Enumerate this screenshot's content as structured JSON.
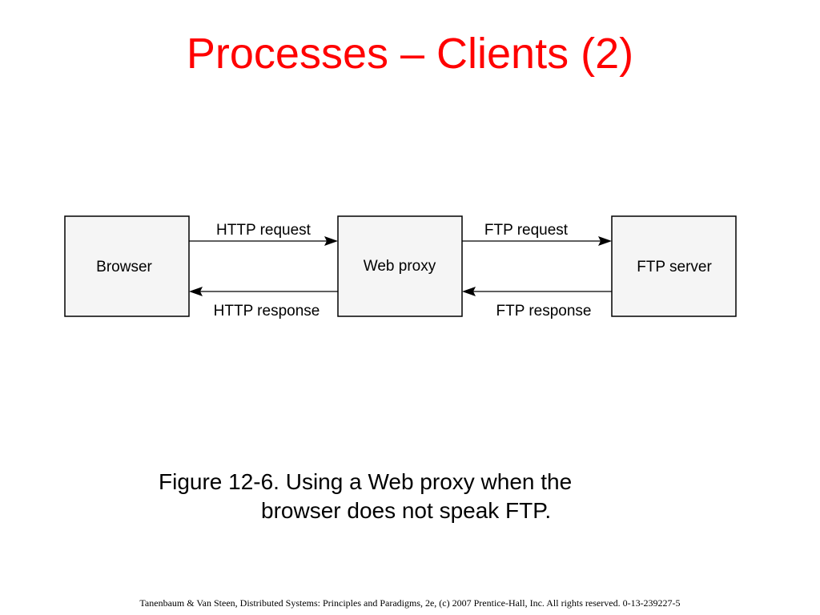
{
  "slide": {
    "title": "Processes – Clients (2)",
    "title_color": "#ff0000",
    "caption": {
      "line1": "Figure 12-6. Using a Web proxy when the",
      "line2": "browser does not speak FTP."
    },
    "footer": "Tanenbaum & Van Steen, Distributed Systems: Principles and Paradigms, 2e, (c) 2007 Prentice-Hall, Inc. All rights reserved. 0-13-239227-5"
  },
  "diagram": {
    "nodes": {
      "browser": "Browser",
      "web_proxy": "Web proxy",
      "ftp_server": "FTP server"
    },
    "edges": {
      "http_request": "HTTP request",
      "http_response": "HTTP response",
      "ftp_request": "FTP request",
      "ftp_response": "FTP response"
    }
  }
}
